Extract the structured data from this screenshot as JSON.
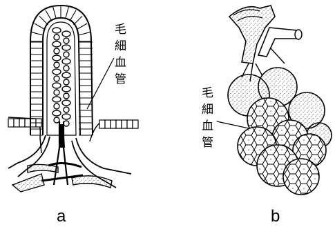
{
  "figure_a": {
    "label_chars": [
      "毛",
      "細",
      "血",
      "管"
    ],
    "caption": "a"
  },
  "figure_b": {
    "label_chars": [
      "毛",
      "細",
      "血",
      "管"
    ],
    "caption": "b"
  }
}
